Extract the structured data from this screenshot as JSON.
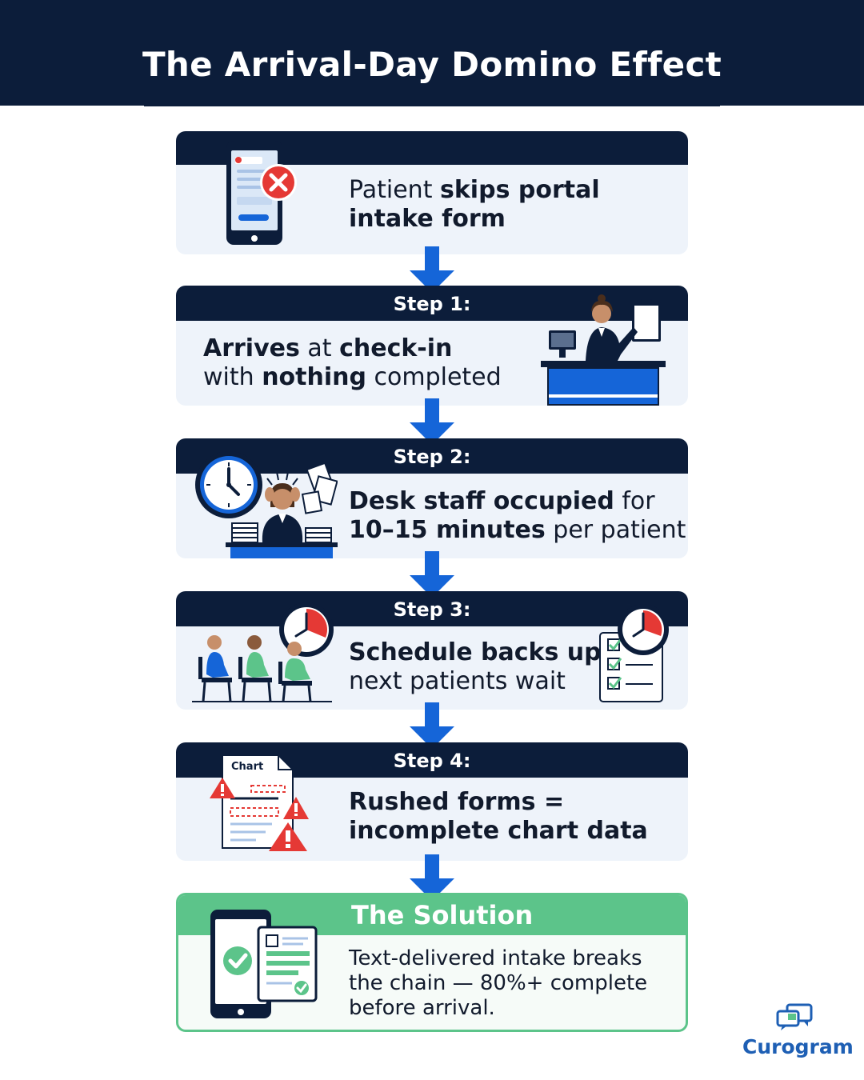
{
  "title": "The Arrival-Day Domino Effect",
  "steps": [
    {
      "label": "",
      "lines": [
        [
          {
            "t": "Patient ",
            "b": false
          },
          {
            "t": "skips portal",
            "b": true
          }
        ],
        [
          {
            "t": "intake form",
            "b": true
          }
        ]
      ]
    },
    {
      "label": "Step 1:",
      "lines": [
        [
          {
            "t": "Arrives",
            "b": true
          },
          {
            "t": " at ",
            "b": false
          },
          {
            "t": "check-in",
            "b": true
          }
        ],
        [
          {
            "t": "with ",
            "b": false
          },
          {
            "t": "nothing",
            "b": true
          },
          {
            "t": " completed",
            "b": false
          }
        ]
      ]
    },
    {
      "label": "Step 2:",
      "lines": [
        [
          {
            "t": "Desk staff occupied",
            "b": true
          },
          {
            "t": " for",
            "b": false
          }
        ],
        [
          {
            "t": "10–15 minutes",
            "b": true
          },
          {
            "t": " per patient",
            "b": false
          }
        ]
      ]
    },
    {
      "label": "Step 3:",
      "lines": [
        [
          {
            "t": "Schedule backs up",
            "b": true
          },
          {
            "t": " —",
            "b": false
          }
        ],
        [
          {
            "t": "next patients wait",
            "b": false
          }
        ]
      ]
    },
    {
      "label": "Step 4:",
      "lines": [
        [
          {
            "t": "Rushed forms =",
            "b": true
          }
        ],
        [
          {
            "t": "incomplete chart data",
            "b": true
          }
        ]
      ]
    }
  ],
  "chart_icon_label": "Chart",
  "solution": {
    "label": "The Solution",
    "text": "Text-delivered intake breaks the chain — 80%+ complete before arrival."
  },
  "logo": {
    "text": "Curogram",
    "icon": "chat-bubbles-icon"
  },
  "colors": {
    "navy": "#0c1d3a",
    "blue": "#1565d8",
    "green": "#5cc48a",
    "card": "#eef3fa",
    "red": "#e53935"
  },
  "icons": [
    "phone-error-icon",
    "receptionist-desk-icon",
    "stressed-staff-clock-icon",
    "waiting-patients-icon",
    "checklist-clock-icon",
    "chart-warning-icon",
    "phone-form-check-icon",
    "down-arrow-icon"
  ]
}
